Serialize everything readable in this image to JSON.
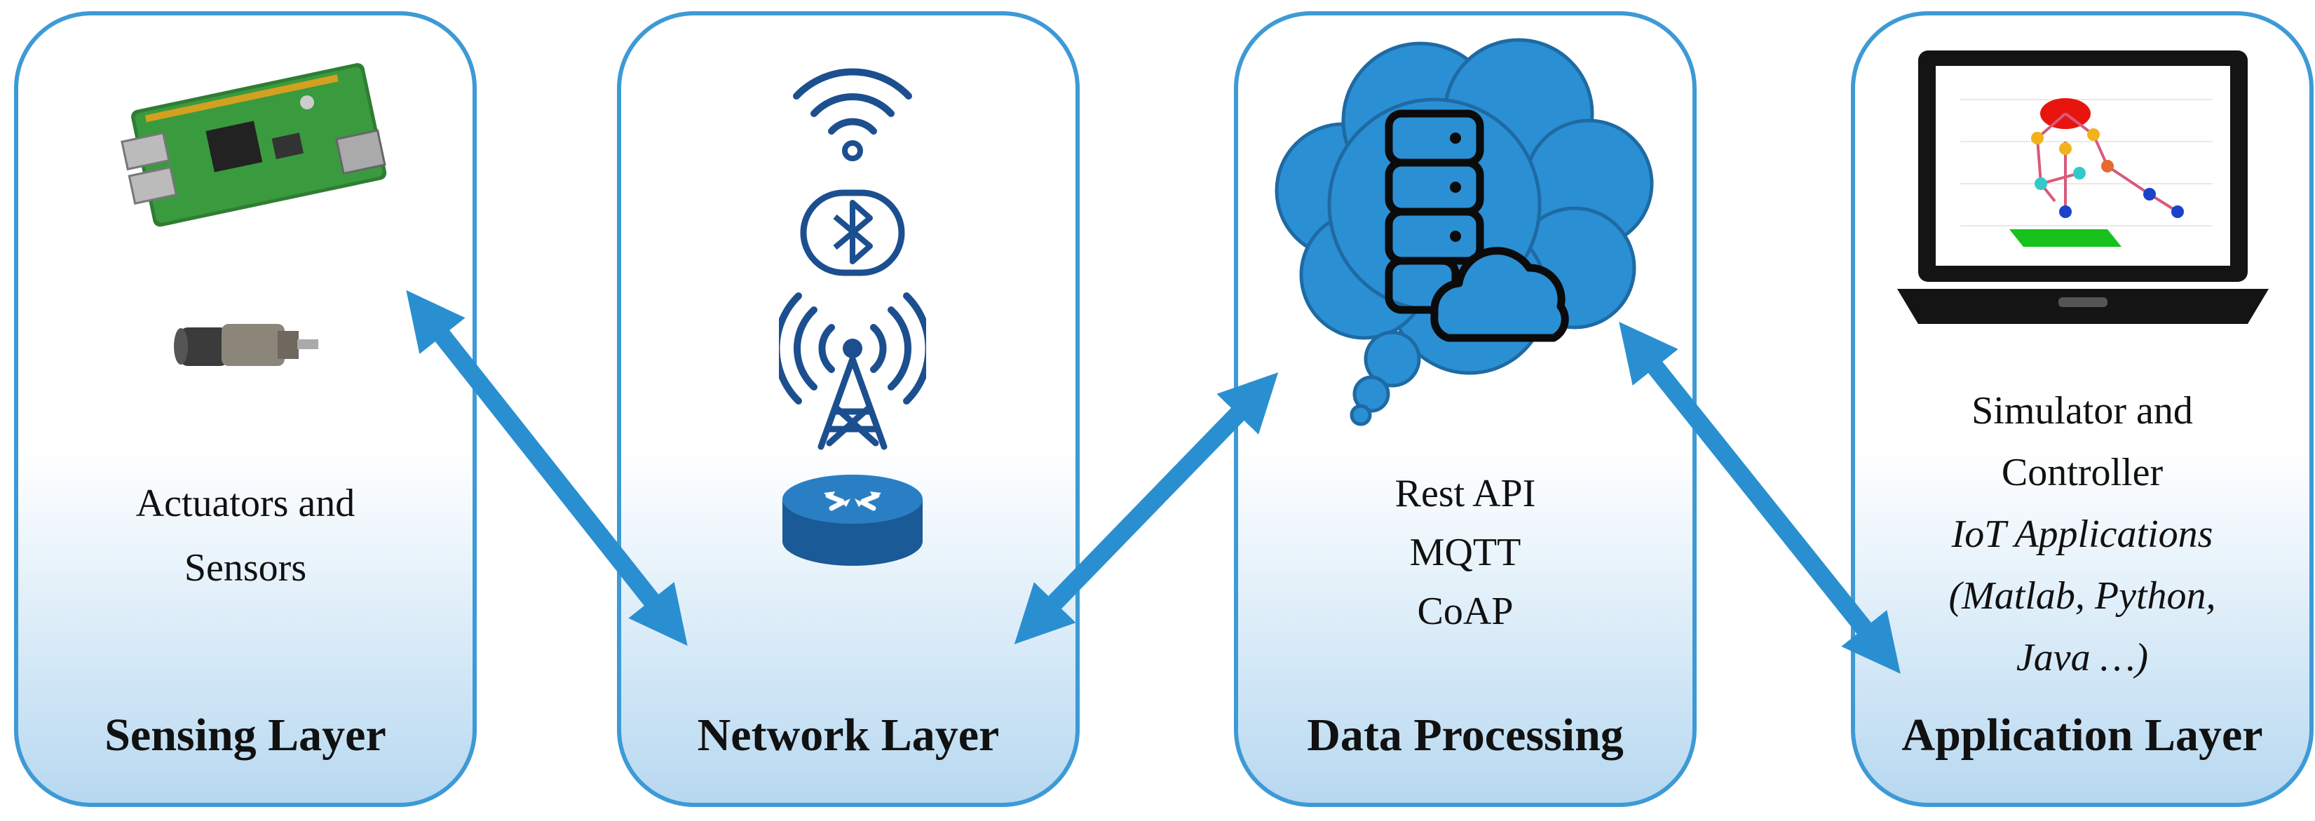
{
  "colors": {
    "border": "#3d9ad6",
    "arrow": "#2a8fd0",
    "cloud": "#2b8fd4",
    "icon": "#1c4f8f"
  },
  "layers": [
    {
      "title": "Sensing Layer",
      "description": [
        "Actuators and",
        "Sensors"
      ],
      "icons": [
        "raspberry-pi-board-icon",
        "motor-icon"
      ]
    },
    {
      "title": "Network Layer",
      "description": [],
      "icons": [
        "wifi-icon",
        "bluetooth-icon",
        "cell-tower-icon",
        "router-icon"
      ]
    },
    {
      "title": "Data Processing",
      "description": [
        "Rest API",
        "MQTT",
        "CoAP"
      ],
      "icons": [
        "cloud-database-icon"
      ]
    },
    {
      "title": "Application Layer",
      "description": [
        "Simulator and",
        "Controller"
      ],
      "description_italic": [
        "IoT Applications",
        "(Matlab, Python,",
        "Java …)"
      ],
      "icons": [
        "laptop-icon"
      ]
    }
  ]
}
